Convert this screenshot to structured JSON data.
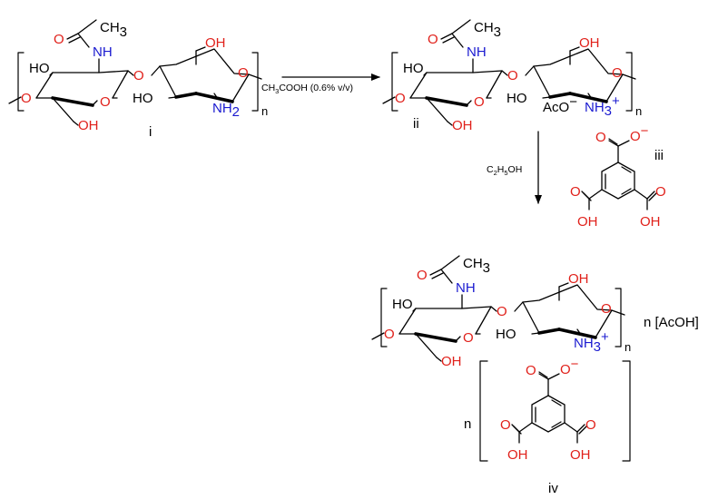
{
  "chain": {
    "ch3": "CH",
    "ch3_sub": "3",
    "o": "O",
    "nh": "NH",
    "ho": "HO",
    "oh": "OH",
    "nh2": "NH",
    "nh2_sub": "2",
    "nh3": "NH",
    "nh3_sub": "3",
    "nh3_sup": "+",
    "aco": "AcO",
    "aco_sup": "−",
    "n": "n"
  },
  "btc": {
    "o": "O",
    "o_sup": "−",
    "oh": "OH"
  },
  "arrow1": {
    "reagent_a": "CH",
    "reagent_a_sub": "3",
    "reagent_b": "COOH (0.6% v/v)"
  },
  "arrow2": {
    "solvent_a": "C",
    "solvent_a_sub1": "2",
    "solvent_a_mid": "H",
    "solvent_a_sub2": "5",
    "solvent_b": "OH"
  },
  "labels": {
    "i": "i",
    "ii": "ii",
    "iii": "iii",
    "iv": "iv",
    "n_prefix": "n",
    "acoh": "n [AcOH]"
  },
  "colors": {
    "oxygen": "#e0201a",
    "nitrogen": "#1a1ad0",
    "bond": "#000000"
  }
}
